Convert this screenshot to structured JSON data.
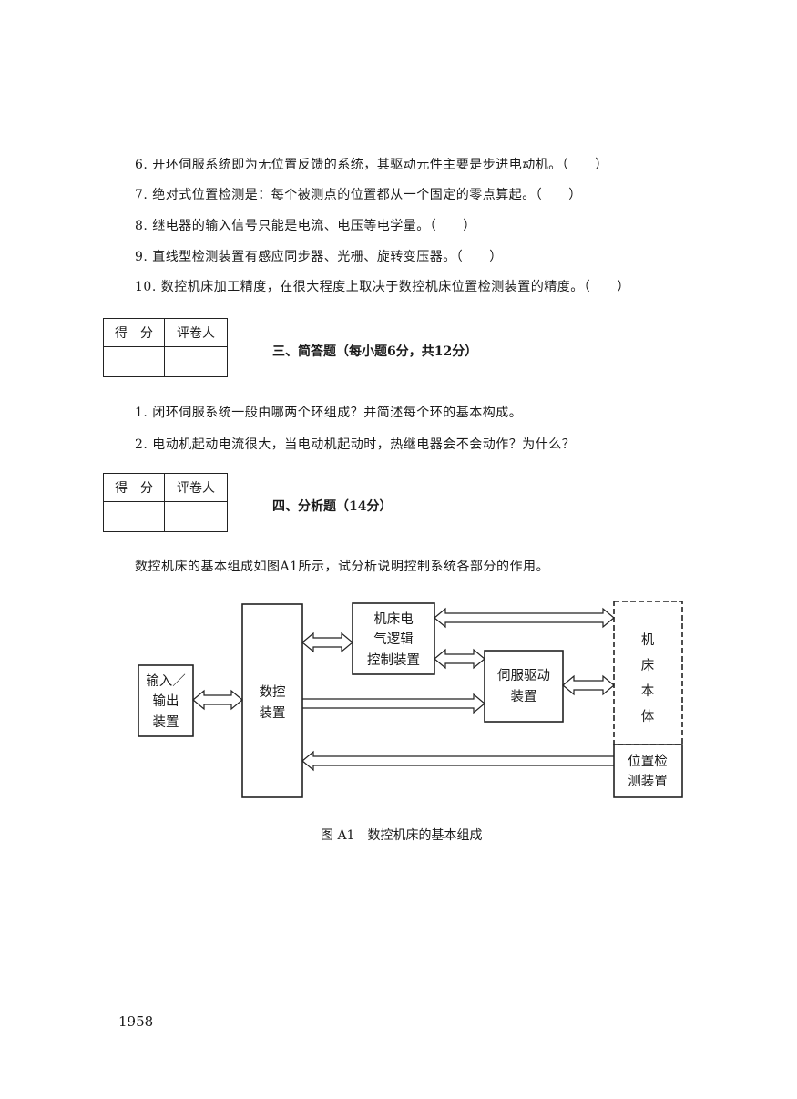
{
  "judgment_items": [
    "6. 开环伺服系统即为无位置反馈的系统，其驱动元件主要是步进电动机。（　　）",
    "7. 绝对式位置检测是：每个被测点的位置都从一个固定的零点算起。（　　）",
    "8. 继电器的输入信号只能是电流、电压等电学量。（　　）",
    "9. 直线型检测装置有感应同步器、光栅、旋转变压器。（　　）",
    "10. 数控机床加工精度，在很大程度上取决于数控机床位置检测装置的精度。（　　）"
  ],
  "score_table": {
    "col1": "得　分",
    "col2": "评卷人"
  },
  "section3": {
    "heading": "三、简答题（每小题6分，共12分）",
    "questions": [
      "1. 闭环伺服系统一般由哪两个环组成？并简述每个环的基本构成。",
      "2. 电动机起动电流很大，当电动机起动时，热继电器会不会动作？为什么？"
    ]
  },
  "section4": {
    "heading": "四、分析题（14分）",
    "intro": "数控机床的基本组成如图A1所示，试分析说明控制系统各部分的作用。"
  },
  "diagram": {
    "io_box": [
      "输入／",
      "输出",
      "装置"
    ],
    "nc_box": [
      "数控",
      "装置"
    ],
    "electric_box": [
      "机床电",
      "气逻辑",
      "控制装置"
    ],
    "servo_box": [
      "伺服驱动",
      "装置"
    ],
    "machine_box": [
      "机",
      "床",
      "本",
      "体"
    ],
    "detect_box": [
      "位置检",
      "测装置"
    ],
    "caption": "图 A1　数控机床的基本组成"
  },
  "page_number": "1958"
}
